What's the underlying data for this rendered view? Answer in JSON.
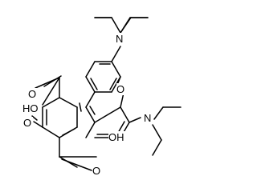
{
  "structure": {
    "atom_labels": {
      "n_upper": "N",
      "n_lower": "N",
      "o_ring": "O",
      "o_ketone": "O",
      "cooh_left": "HO",
      "oh_left_o": "O",
      "cooh_right": "OH",
      "oh_right_o": "O"
    }
  },
  "colors": {
    "bond": "#000000",
    "text": "#000000",
    "background": "#ffffff"
  }
}
